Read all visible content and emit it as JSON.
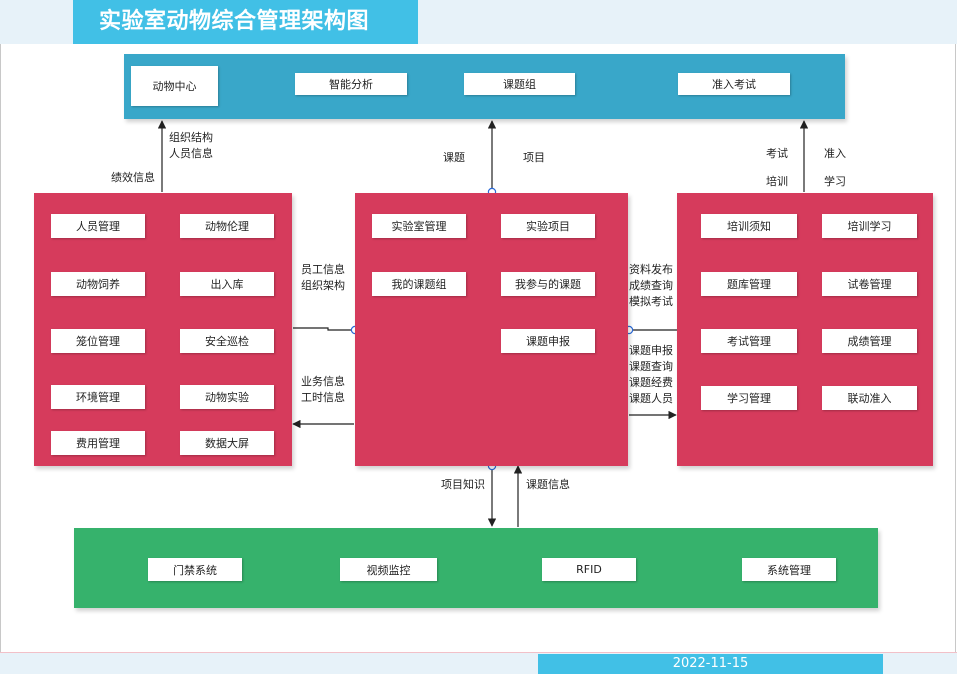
{
  "title": "实验室动物综合管理架构图",
  "date": "2022-11-15",
  "top_panel": {
    "items": [
      "动物中心",
      "智能分析",
      "课题组",
      "准入考试"
    ]
  },
  "left_panel": {
    "items": [
      "人员管理",
      "动物伦理",
      "动物饲养",
      "出入库",
      "笼位管理",
      "安全巡检",
      "环境管理",
      "动物实验",
      "费用管理",
      "数据大屏"
    ]
  },
  "center_panel": {
    "items": [
      "实验室管理",
      "实验项目",
      "我的课题组",
      "我参与的课题",
      "课题申报"
    ]
  },
  "right_panel": {
    "items": [
      "培训须知",
      "培训学习",
      "题库管理",
      "试卷管理",
      "考试管理",
      "成绩管理",
      "学习管理",
      "联动准入"
    ]
  },
  "bottom_panel": {
    "items": [
      "门禁系统",
      "视频监控",
      "RFID",
      "系统管理"
    ]
  },
  "flow_labels": {
    "left_up_a": "组织结构",
    "left_up_b": "人员信息",
    "left_down": "绩效信息",
    "center_up_a": "课题",
    "center_up_b": "项目",
    "right_up_a1": "考试",
    "right_up_a2": "培训",
    "right_up_b1": "准入",
    "right_up_b2": "学习",
    "lc_top_a": "员工信息",
    "lc_top_b": "组织架构",
    "lc_bot_a": "业务信息",
    "lc_bot_b": "工时信息",
    "cr_top_a": "资料发布",
    "cr_top_b": "成绩查询",
    "cr_top_c": "模拟考试",
    "cr_bot_a": "课题申报",
    "cr_bot_b": "课题查询",
    "cr_bot_c": "课题经费",
    "cr_bot_d": "课题人员",
    "center_down": "项目知识",
    "center_in": "课题信息"
  },
  "colors": {
    "title_tab": "#41c0e6",
    "top_panel": "#39a7c9",
    "module_panels": "#d63b5c",
    "bottom_panel": "#36b26c"
  }
}
